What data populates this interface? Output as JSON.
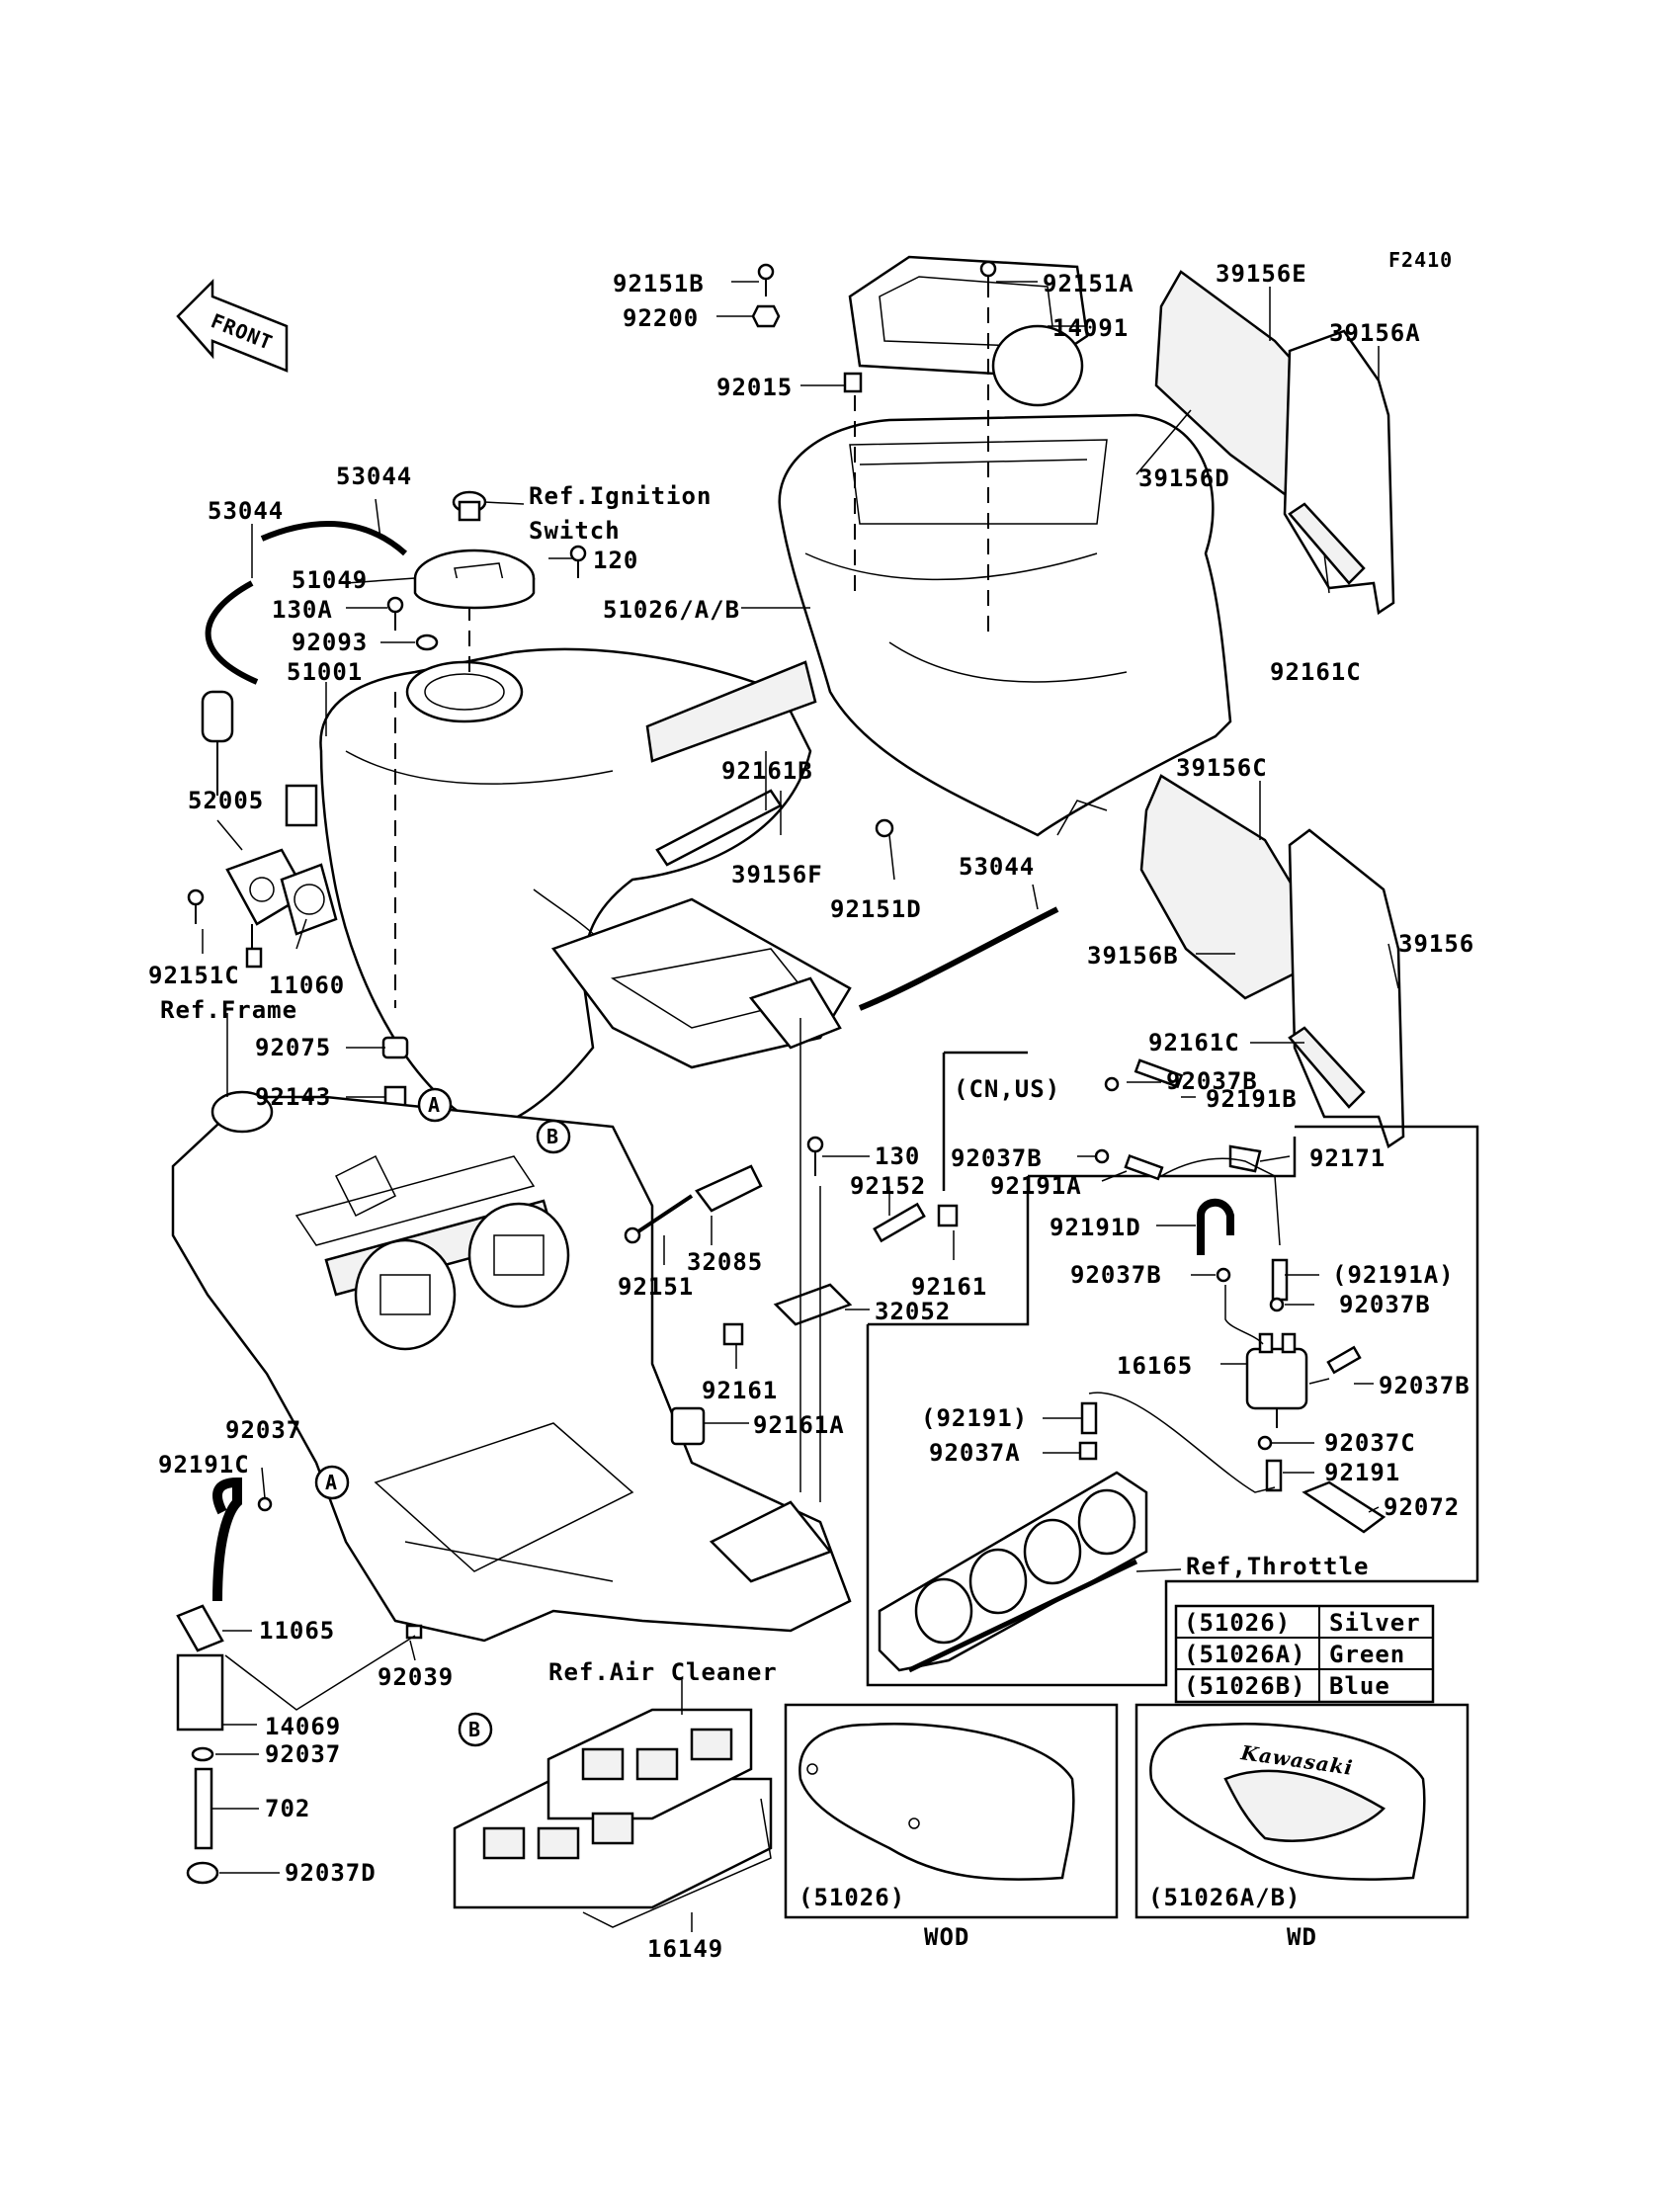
{
  "figure_code": "F2410",
  "front_label": "FRONT",
  "labels": {
    "p92151B": "92151B",
    "p92200": "92200",
    "p92015": "92015",
    "p92151A": "92151A",
    "p14091": "14091",
    "p39156E": "39156E",
    "p39156A": "39156A",
    "p39156D": "39156D",
    "p92161C_top": "92161C",
    "p53044_a": "53044",
    "p53044_b": "53044",
    "ref_ignition_1": "Ref.Ignition",
    "ref_ignition_2": "Switch",
    "p120": "120",
    "p51049": "51049",
    "p130A": "130A",
    "p92093": "92093",
    "p51001": "51001",
    "p51026AB": "51026/A/B",
    "p52005": "52005",
    "p92161B": "92161B",
    "p39156F": "39156F",
    "p92151D": "92151D",
    "p53044_c": "53044",
    "p39156C": "39156C",
    "p39156B": "39156B",
    "p39156": "39156",
    "p92151C": "92151C",
    "p11060": "11060",
    "ref_frame": "Ref.Frame",
    "p92075": "92075",
    "p92143": "92143",
    "p92161C_mid": "92161C",
    "p92037B_a": "92037B",
    "p92191B": "92191B",
    "cn_us": "(CN,US)",
    "p130": "130",
    "p92152": "92152",
    "p92037B_b": "92037B",
    "p92191A": "92191A",
    "p92171": "92171",
    "p92191D": "92191D",
    "p92151": "92151",
    "p32085": "32085",
    "p92161_a": "92161",
    "p32052": "32052",
    "p92037B_c": "92037B",
    "p92191A_paren": "(92191A)",
    "p92037B_d": "92037B",
    "p16165": "16165",
    "p92037B_e": "92037B",
    "p92161_b": "92161",
    "p92161A": "92161A",
    "p92191_paren": "(92191)",
    "p92037A": "92037A",
    "p92037C": "92037C",
    "p92191": "92191",
    "p92072": "92072",
    "ref_throttle": "Ref,Throttle",
    "p92037": "92037",
    "p92191C": "92191C",
    "p11065": "11065",
    "p92039": "92039",
    "ref_air_cleaner": "Ref.Air Cleaner",
    "p14069": "14069",
    "p92037_b": "92037",
    "p702": "702",
    "p92037D": "92037D",
    "p16149": "16149",
    "callout_A": "A",
    "callout_B": "B",
    "wod_caption": "(51026)",
    "wod_label": "WOD",
    "wd_caption": "(51026A/B)",
    "wd_label": "WD",
    "kawasaki": "Kawasaki"
  },
  "color_table": [
    {
      "code": "(51026)",
      "color": "Silver"
    },
    {
      "code": "(51026A)",
      "color": "Green"
    },
    {
      "code": "(51026B)",
      "color": "Blue"
    }
  ]
}
